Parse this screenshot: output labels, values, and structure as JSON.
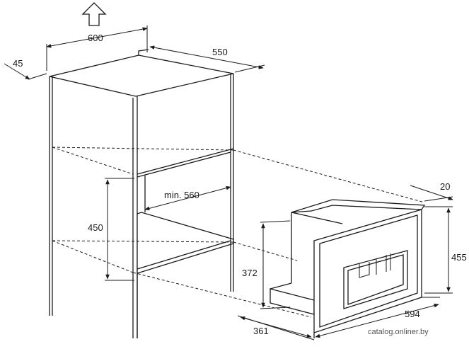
{
  "dimensions": {
    "cabinet_width": "600",
    "cabinet_depth": "550",
    "cabinet_side_offset": "45",
    "niche_height": "450",
    "niche_min_depth": "min. 560",
    "appliance_height": "455",
    "appliance_width": "594",
    "appliance_front_depth": "20",
    "appliance_body_height": "372",
    "appliance_body_depth": "361"
  },
  "watermark": "catalog.onliner.by",
  "icons": {
    "up": "up-arrow-icon"
  }
}
